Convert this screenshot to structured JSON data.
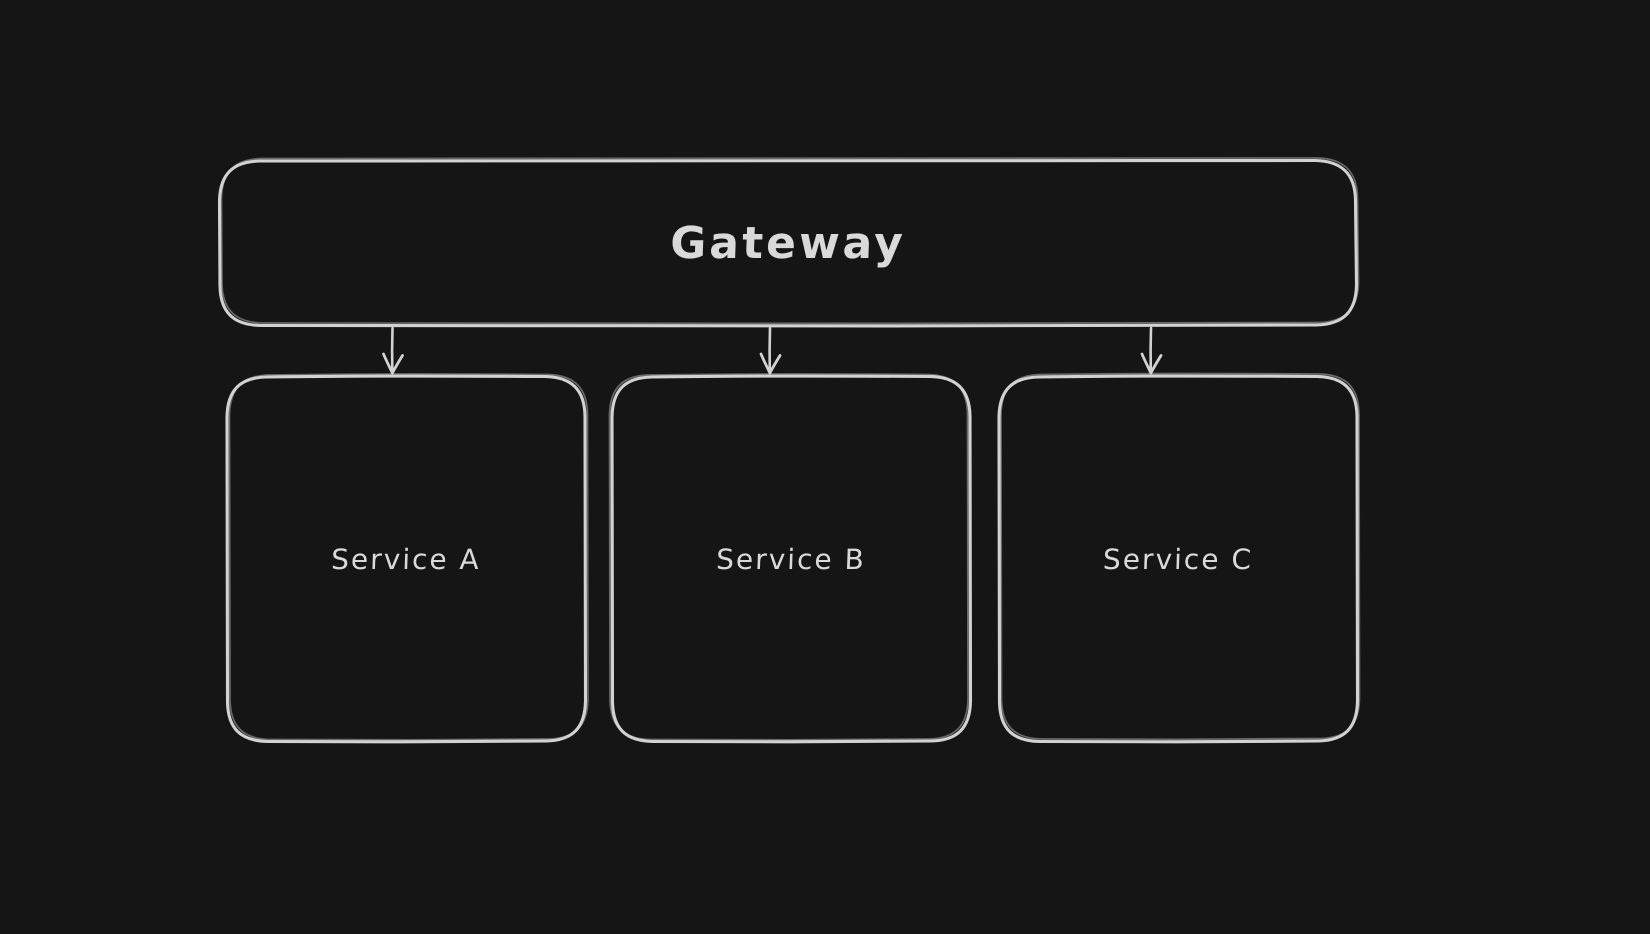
{
  "colors": {
    "background": "#151515",
    "stroke": "#d2d2d2",
    "text": "#d9d9d9"
  },
  "diagram": {
    "style": "hand-drawn-whiteboard-dark",
    "nodes": {
      "gateway": {
        "label": "Gateway",
        "shape": "rounded-rectangle"
      },
      "service_a": {
        "label": "Service A",
        "shape": "rounded-rectangle"
      },
      "service_b": {
        "label": "Service B",
        "shape": "rounded-rectangle"
      },
      "service_c": {
        "label": "Service C",
        "shape": "rounded-rectangle"
      }
    },
    "edges": [
      {
        "from": "gateway",
        "to": "service_a",
        "type": "arrow-down"
      },
      {
        "from": "gateway",
        "to": "service_b",
        "type": "arrow-down"
      },
      {
        "from": "gateway",
        "to": "service_c",
        "type": "arrow-down"
      }
    ]
  }
}
